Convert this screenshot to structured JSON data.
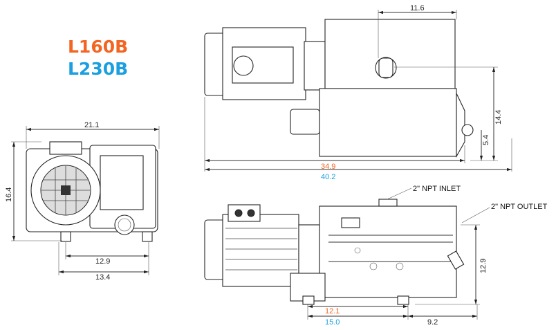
{
  "models": [
    {
      "label": "L160B",
      "color": "#f26522"
    },
    {
      "label": "L230B",
      "color": "#1b9fe0"
    }
  ],
  "front_view": {
    "width_dim": "21.1",
    "height_dim": "16.4",
    "foot_spacing_inner": "12.9",
    "foot_spacing_outer": "13.4"
  },
  "top_view": {
    "inlet_offset": "11.6",
    "height_dim": "14.4",
    "lower_dim": "5.4",
    "length_l160b": "34.9",
    "length_l230b": "40.2"
  },
  "side_view": {
    "inlet_label": "2\" NPT INLET",
    "outlet_label": "2\" NPT OUTLET",
    "outlet_height": "12.9",
    "foot_l160b": "12.1",
    "foot_l230b": "15.0",
    "foot_offset": "9.2"
  }
}
